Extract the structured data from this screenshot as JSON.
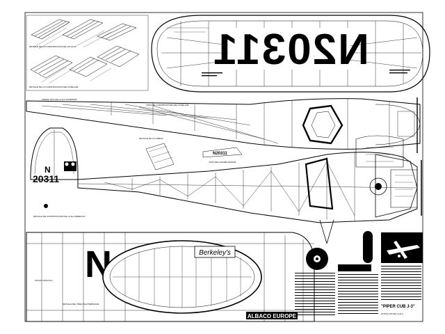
{
  "tail_registration": "N20311",
  "fin_mark_n": "N",
  "fin_mark_number": "20311",
  "wing_registration": "N",
  "cowl_mark": "N20311",
  "logo_text": "Berkeley's",
  "publisher": "ALBACO EUROPE",
  "title": "\"PIPER CUB J-3\"",
  "colors": {
    "ink": "#000000",
    "paper": "#ffffff"
  },
  "notes": [
    "DETALLE DE LA CONSTRUCCION DE LAS ALAS",
    "DETALLE DE LA CONSTRUCCION DEL FUSELAJE",
    "FORMA TIPO DE LA ALA SUPERIOR",
    "VISTA DE LA ESTRUCTURA DEL FUSELAJE",
    "DETALLE DE LA CABINA",
    "VISTA DEL ESTABILIZADOR",
    "DETALLE DE CONSTRUCCION DE LA ALA DERECHA",
    "PLANO A ESCALA",
    "DETALLE DEL TREN DE ATERRIZAJE",
    "COSTILLAS DE LA ALA"
  ]
}
